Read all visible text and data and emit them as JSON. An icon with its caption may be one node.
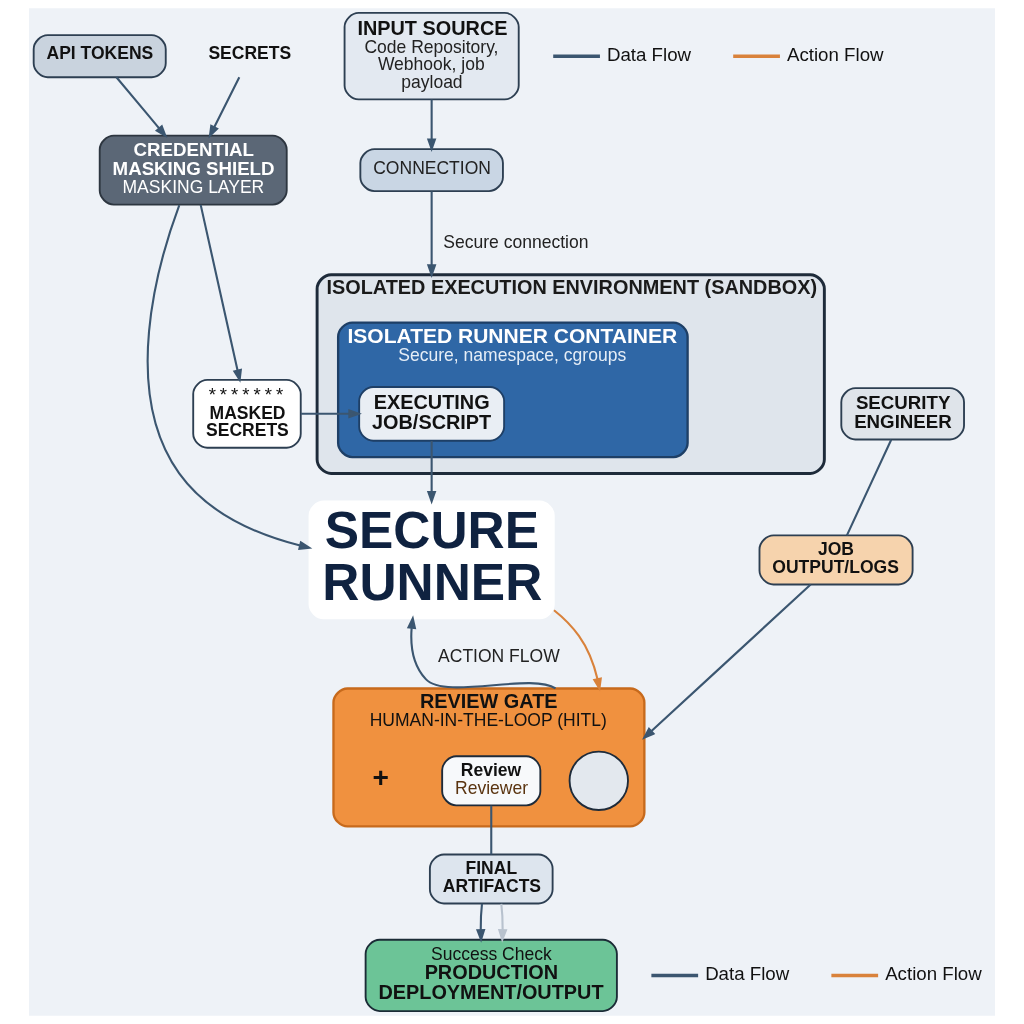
{
  "diagram": {
    "nodes": [
      {
        "text": [
          "INPUT SOURCE",
          "Code Repository, Webhook, job payload"
        ]
      },
      {
        "text": [
          "CONNECTION"
        ]
      },
      {
        "text": [
          "ISOLATED EXECUTION ENVIRONMENT (SANDBOX)"
        ]
      },
      {
        "text": [
          "ISOLATED RUNNER CONTAINER",
          "Secure, namespace, cgroups"
        ],
        "in": 2
      },
      {
        "text": [
          "EXECUTING JOB/SCRIPT"
        ],
        "in": 3
      },
      {
        "text": [
          "CREDENTIAL MASKING SHIELD",
          "MASKING LAYER"
        ]
      },
      {
        "text": [
          "API TOKENS"
        ]
      },
      {
        "text": [
          "SECRETS"
        ]
      },
      {
        "text": [
          "*******",
          "MASKED SECRETS"
        ]
      },
      {
        "text": [
          "SECURE RUNNER"
        ]
      },
      {
        "text": [
          "SECURITY ENGINEER"
        ]
      },
      {
        "text": [
          "JOB OUTPUT/LOGS"
        ]
      },
      {
        "text": [
          "REVIEW GATE",
          "HUMAN-IN-THE-LOOP (HITL)"
        ]
      },
      {
        "text": [],
        "shape": "person",
        "in": 12
      },
      {
        "text": [
          "Review",
          "Reviewer"
        ],
        "in": 12
      },
      {
        "text": [
          "FINAL ARTIFACTS"
        ]
      },
      {
        "text": [
          "Success Check",
          "PRODUCTION DEPLOYMENT/OUTPUT"
        ]
      }
    ],
    "edges": [
      {
        "from": 0,
        "to": 1,
        "arrow": "to"
      },
      {
        "from": 1,
        "to": 2,
        "arrow": "to",
        "label": "Secure connection"
      },
      {
        "from": 6,
        "to": 5,
        "arrow": "to"
      },
      {
        "from": 7,
        "to": 5,
        "arrow": "to"
      },
      {
        "from": 5,
        "to": 8,
        "arrow": "to"
      },
      {
        "from": 8,
        "to": 4,
        "arrow": "to"
      },
      {
        "from": 5,
        "to": 9,
        "arrow": "to"
      },
      {
        "from": 4,
        "to": 9,
        "arrow": "to"
      },
      {
        "from": 9,
        "to": 12,
        "arrow": "to",
        "color": "#d9823b"
      },
      {
        "from": 12,
        "to": 9,
        "arrow": "to",
        "label": "ACTION FLOW"
      },
      {
        "from": 10,
        "to": 11,
        "arrow": "none"
      },
      {
        "from": 11,
        "to": 12,
        "arrow": "to"
      },
      {
        "from": 14,
        "to": 15,
        "arrow": "none"
      },
      {
        "from": 15,
        "to": 16,
        "arrow": "to"
      },
      {
        "from": 15,
        "to": 16,
        "arrow": "to",
        "color": "#b8c2ce"
      }
    ],
    "labels": [
      "+"
    ],
    "legend": [
      {
        "text": "Data Flow",
        "color": "#3b5670"
      },
      {
        "text": "Action Flow",
        "color": "#d9823b"
      },
      {
        "text": "Data Flow",
        "color": "#3b5670"
      },
      {
        "text": "Action Flow",
        "color": "#d9823b"
      }
    ]
  }
}
